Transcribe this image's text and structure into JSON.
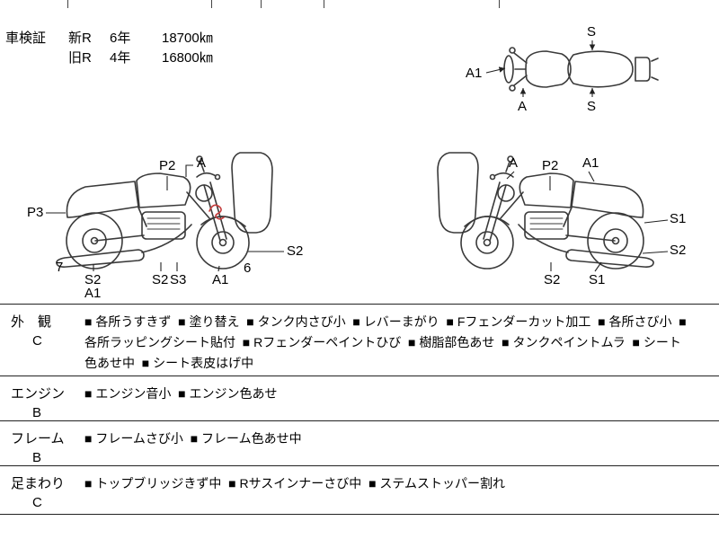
{
  "registration": {
    "title": "車検証",
    "rows": [
      {
        "era": "新R",
        "year": "6年",
        "distance": "18700㎞"
      },
      {
        "era": "旧R",
        "year": "4年",
        "distance": "16800㎞"
      }
    ]
  },
  "diagram": {
    "top_view": {
      "seat_top": "S",
      "front_left": "A1",
      "front_bottom": "A",
      "seat_bottom": "S"
    },
    "left_bike": {
      "tank": "P2",
      "handlebar": "A",
      "rear_fender": "P3",
      "front_wheel_side": "S2",
      "rear_number": "7",
      "front_number": "6",
      "under_rear_1": "S2",
      "under_rear_2": "A1",
      "under_engine_1": "S2",
      "under_engine_2": "S3",
      "under_front": "A1"
    },
    "right_bike": {
      "handlebar": "A",
      "tank": "P2",
      "seat": "A1",
      "tail_side": "S1",
      "rear_wheel_side": "S2",
      "under_engine": "S2",
      "under_rear": "S1"
    }
  },
  "condition": {
    "bullet": "■",
    "rows": [
      {
        "category": "外　観",
        "grade": "C",
        "items": [
          "各所うすきず",
          "塗り替え",
          "タンク内さび小",
          "レバーまがり",
          "Fフェンダーカット加工",
          "各所さび小",
          "各所ラッピングシート貼付",
          "Rフェンダーペイントひび",
          "樹脂部色あせ",
          "タンクペイントムラ",
          "シート色あせ中",
          "シート表皮はげ中"
        ]
      },
      {
        "category": "エンジン",
        "grade": "B",
        "items": [
          "エンジン音小",
          "エンジン色あせ"
        ]
      },
      {
        "category": "フレーム",
        "grade": "B",
        "items": [
          "フレームさび小",
          "フレーム色あせ中"
        ]
      },
      {
        "category": "足まわり",
        "grade": "C",
        "items": [
          "トップブリッジきず中",
          "Rサスインナーさび中",
          "ステムストッパー割れ"
        ]
      }
    ]
  },
  "colors": {
    "line": "#222222",
    "sketch": "#3a3a3a",
    "mark_red": "#c43b3b"
  }
}
